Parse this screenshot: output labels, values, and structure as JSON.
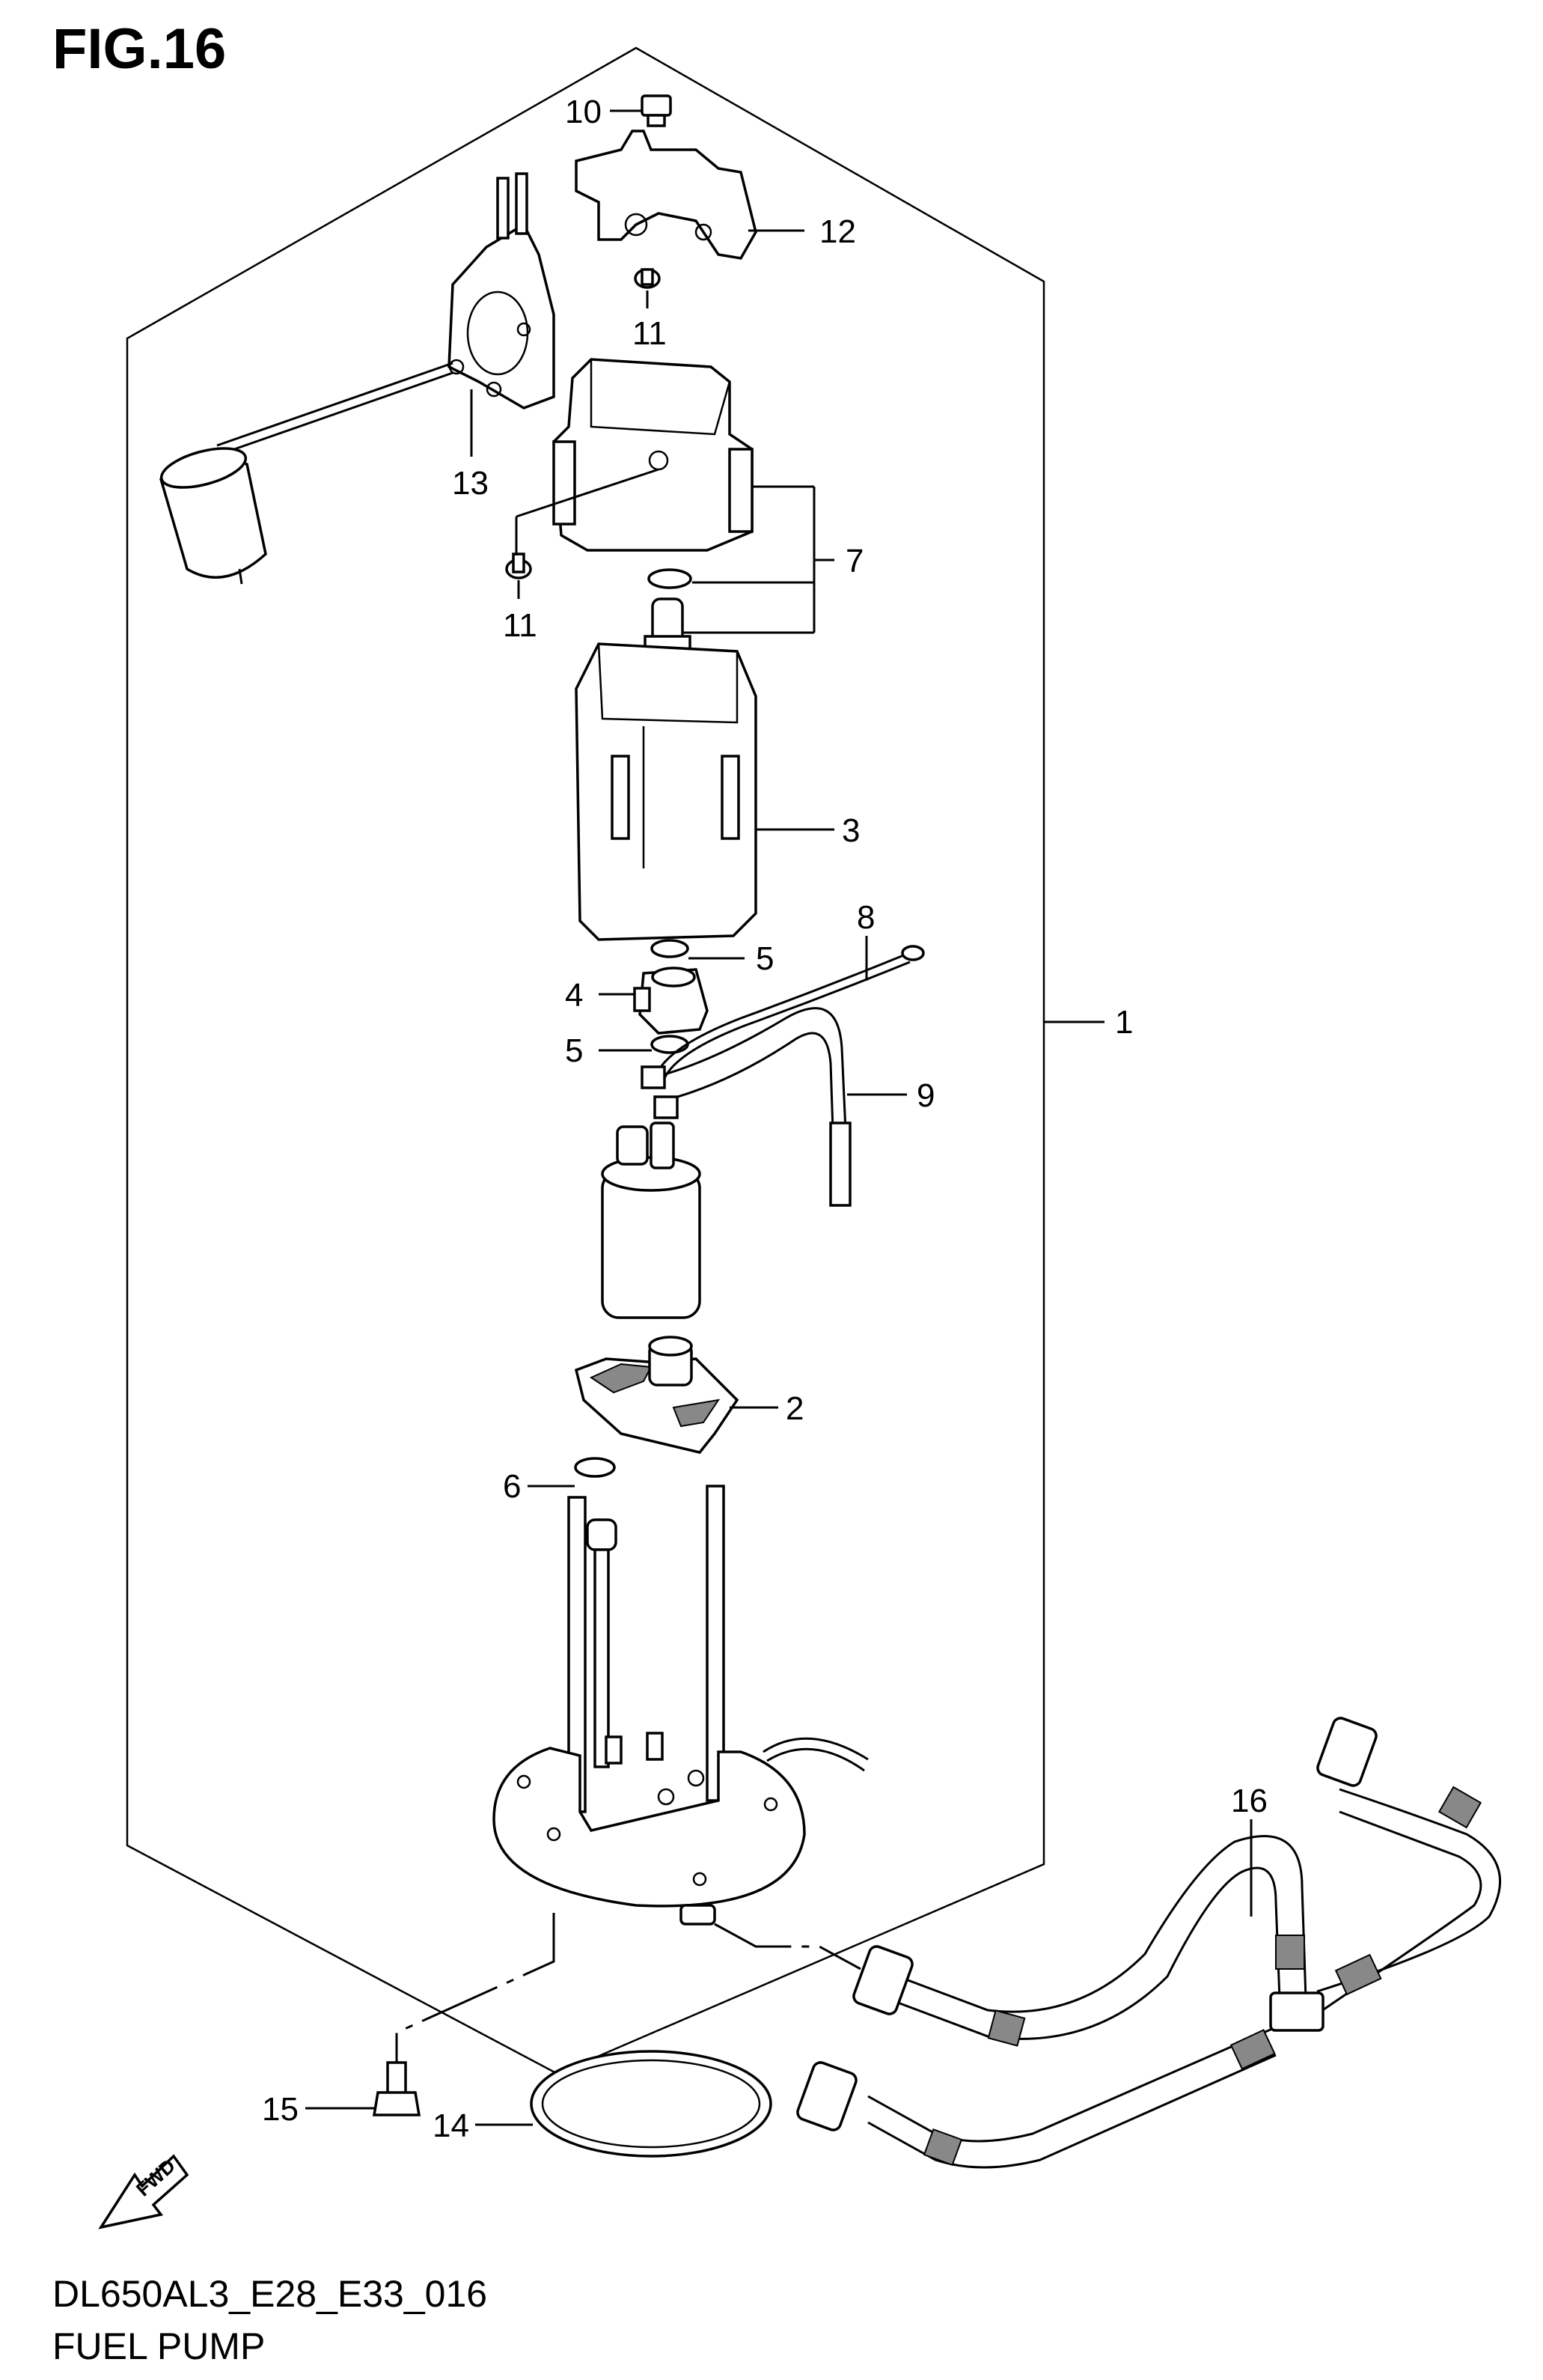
{
  "figure": {
    "title": "FIG.16",
    "drawing_code": "DL650AL3_E28_E33_016",
    "name": "FUEL PUMP"
  },
  "direction_badge": "FWD",
  "callouts": [
    {
      "id": "1",
      "label": "1",
      "part": "fuel-pump-assembly"
    },
    {
      "id": "2",
      "label": "2",
      "part": "fuel-filter"
    },
    {
      "id": "3",
      "label": "3",
      "part": "pump-case"
    },
    {
      "id": "4",
      "label": "4",
      "part": "pressure-regulator"
    },
    {
      "id": "5a",
      "label": "5",
      "part": "o-ring-upper"
    },
    {
      "id": "5b",
      "label": "5",
      "part": "o-ring-lower"
    },
    {
      "id": "6",
      "label": "6",
      "part": "o-ring"
    },
    {
      "id": "7",
      "label": "7",
      "part": "pump-holder-set"
    },
    {
      "id": "8",
      "label": "8",
      "part": "ground-lead"
    },
    {
      "id": "9",
      "label": "9",
      "part": "pump-lead-wire"
    },
    {
      "id": "10",
      "label": "10",
      "part": "connector-clip"
    },
    {
      "id": "11a",
      "label": "11",
      "part": "screw-upper"
    },
    {
      "id": "11b",
      "label": "11",
      "part": "screw-lower"
    },
    {
      "id": "12",
      "label": "12",
      "part": "bracket"
    },
    {
      "id": "13",
      "label": "13",
      "part": "fuel-level-gauge"
    },
    {
      "id": "14",
      "label": "14",
      "part": "gasket-ring"
    },
    {
      "id": "15",
      "label": "15",
      "part": "bolt"
    },
    {
      "id": "16",
      "label": "16",
      "part": "fuel-hose-assembly"
    }
  ]
}
